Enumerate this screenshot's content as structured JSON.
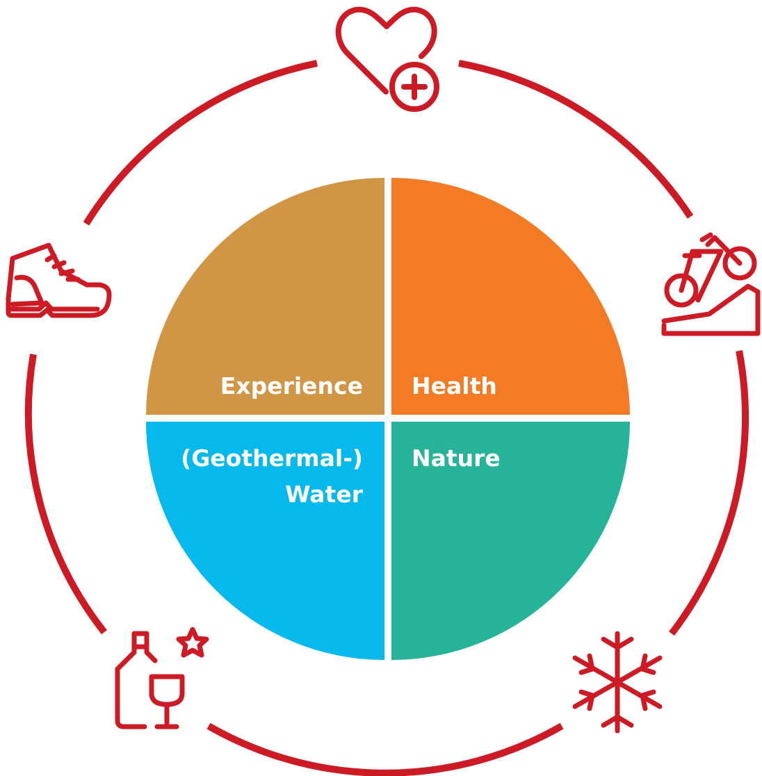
{
  "colors": {
    "ring": "#cc1b24",
    "experience": "#d19645",
    "health": "#f37b25",
    "water": "#05b9ed",
    "nature": "#26b498",
    "label_text": "#ffffff",
    "background": "#ffffff"
  },
  "quadrants": {
    "experience": {
      "label": "Experience"
    },
    "health": {
      "label": "Health"
    },
    "water": {
      "label_line1": "(Geothermal-)",
      "label_line2": "Water"
    },
    "nature": {
      "label": "Nature"
    }
  },
  "icons": [
    "heart-medical-icon",
    "mountain-bike-icon",
    "snowflake-icon",
    "wine-bottle-star-icon",
    "hiking-boot-icon"
  ]
}
